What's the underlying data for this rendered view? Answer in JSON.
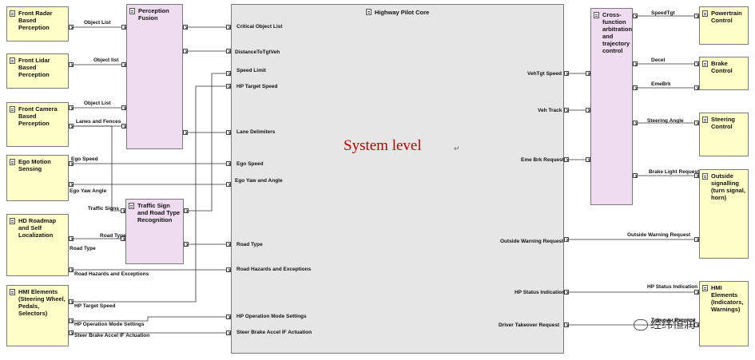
{
  "blocks": {
    "front_radar": "Front Radar Based Perception",
    "front_lidar": "Front Lidar Based Perception",
    "front_camera": "Front Camera Based Perception",
    "ego_motion": "Ego Motion Sensing",
    "hd_roadmap": "HD Roadmap and Self Localization",
    "hmi_in": "HMI Elements (Steering Wheel, Pedals, Selectors)",
    "perception_fusion": "Perception Fusion",
    "traffic_sign": "Traffic Sign and Road Type Recognition",
    "highway_pilot": "Highway Pilot Core",
    "cross_function": "Cross-function arbitration and trajectory control",
    "powertrain": "Powertrain Control",
    "brake": "Brake Control",
    "steering": "Steering Control",
    "outside_signalling": "Outside signalling (turn signal, horn)",
    "hmi_out": "HMI Elements (Indicators, Warnings)"
  },
  "labels": {
    "radar_object_list": "Object List",
    "lidar_object_list": "Object list",
    "camera_object_list": "Object List",
    "lanes_fences": "Lanes and Fences",
    "ego_speed_out": "Ego Speed",
    "ego_yaw_out": "Ego Yaw Angle",
    "traffic_signs": "Traffic Signs",
    "road_type_in": "Road Type",
    "road_type_out": "Road Type",
    "road_hazards_out": "Road Hazards and Exceptions",
    "hp_target_speed_out": "HP Target Speed",
    "hp_op_mode_out": "HP Operation Mode Settings",
    "steer_brake_out": "Steer Brake Accel IF Actuation",
    "critical_object_list": "Critical Object List",
    "distance_to_tgt": "DistanceToTgtVeh",
    "speed_limit": "Speed Limit",
    "hp_target_speed_in": "HP Target Speed",
    "lane_delimiters": "Lane Delimiters",
    "ego_speed_in": "Ego Speed",
    "ego_yaw_in": "Ego Yaw and Angle",
    "road_type_core": "Road Type",
    "road_hazards_in": "Road Hazards and Exceptions",
    "hp_op_mode_in": "HP Operation Mode Settings",
    "steer_brake_in": "Steer Brake Accel IF Actuation",
    "veh_tgt_speed": "VehTgt Speed",
    "veh_track": "Veh Track",
    "eme_brk_request": "Eme Brk Request",
    "outside_warning_request_core": "Outside Warning Request",
    "hp_status_indication_core": "HP  Status Indication",
    "driver_takeover_request": "Driver Takeover Request",
    "speed_tgt": "SpeedTgt",
    "decel": "Decel",
    "emebrk": "EmeBrk",
    "steering_angle": "Steering Angle",
    "brake_light_request": "Brake Light Request",
    "outside_warning_request": "Outside Warning Request",
    "hp_status_indication": "HP Status Indication",
    "takeover_request": "Takeover Request"
  },
  "center_text": "System level",
  "watermark": "经纬恒润"
}
